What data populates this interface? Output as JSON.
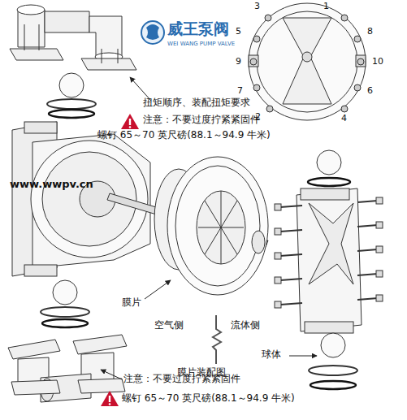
{
  "diagram": {
    "labels": [
      "威王泵阀",
      "WEI WANG PUMP VALVE",
      "3",
      "1",
      "5",
      "8",
      "9",
      "10",
      "7",
      "6",
      "2",
      "4",
      "扭矩顺序、装配扭矩要求",
      "注意：不要过度拧紧紧固件",
      "螺钉 65～70 英尺磅(88.1～94.9 牛米)",
      "www.wwpv.cn",
      "膜片",
      "空气侧",
      "流体侧",
      "膜片装配图",
      "球体",
      "注意：不要过度拧紧紧固件",
      "螺钉 65～70 英尺磅(88.1～94.9 牛米)"
    ]
  }
}
